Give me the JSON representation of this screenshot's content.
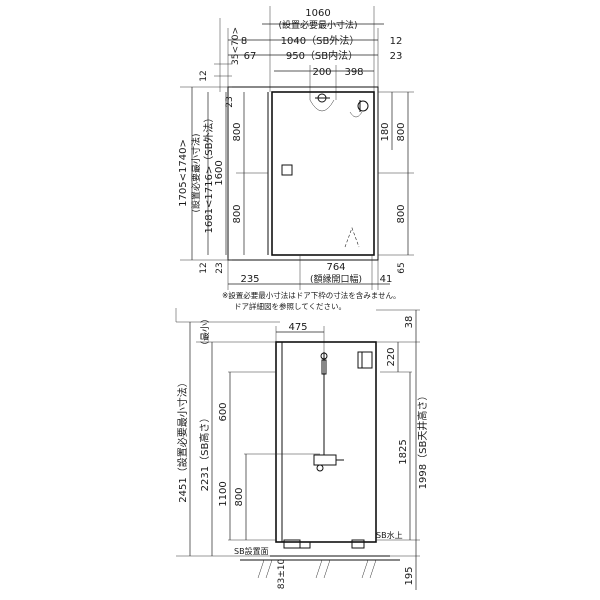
{
  "plan": {
    "top_dims": {
      "required_min": "1060",
      "required_min_label": "(設置必要最小寸法)",
      "sb_outer": "1040（SB外法）",
      "sb_outer_left": "8",
      "sb_outer_right": "12",
      "sb_inner": "950（SB内法）",
      "sb_inner_left": "67",
      "sb_inner_right": "23",
      "fixture_a": "200",
      "fixture_b": "398"
    },
    "left_dims": {
      "required": "1705<1740>",
      "required_label": "(設置必要最小寸法)",
      "outer": "1681<1716>（SB外法）",
      "inner": "1600",
      "upper": "800",
      "lower": "800",
      "top_a": "12",
      "top_b": "35<70>",
      "top_c": "23",
      "bottom_a": "12",
      "bottom_b": "23"
    },
    "right_dims": {
      "a": "180",
      "b": "800",
      "c": "800"
    },
    "bottom_dims": {
      "left": "235",
      "opening": "764",
      "opening_label": "(額縁開口幅)",
      "right_a": "41",
      "right_b": "65"
    },
    "notes": [
      "※設置必要最小寸法はドア下枠の寸法を含みません。",
      "ドア詳細図を参照してください。"
    ]
  },
  "elevation": {
    "left_dims": {
      "required": "2451（設置必要最小寸法）",
      "sb_height": "2231（SB高さ）",
      "a": "600",
      "b": "1100",
      "c": "800",
      "min_label": "（最小）"
    },
    "top_dims": {
      "width": "475",
      "top": "38"
    },
    "right_dims": {
      "a": "220",
      "b": "1825",
      "ceiling": "1998（SB天井高さ）",
      "bottom": "195"
    },
    "labels": {
      "sb_water_line": "SB水上",
      "sb_floor": "SB設置面",
      "base": "83±10"
    }
  }
}
